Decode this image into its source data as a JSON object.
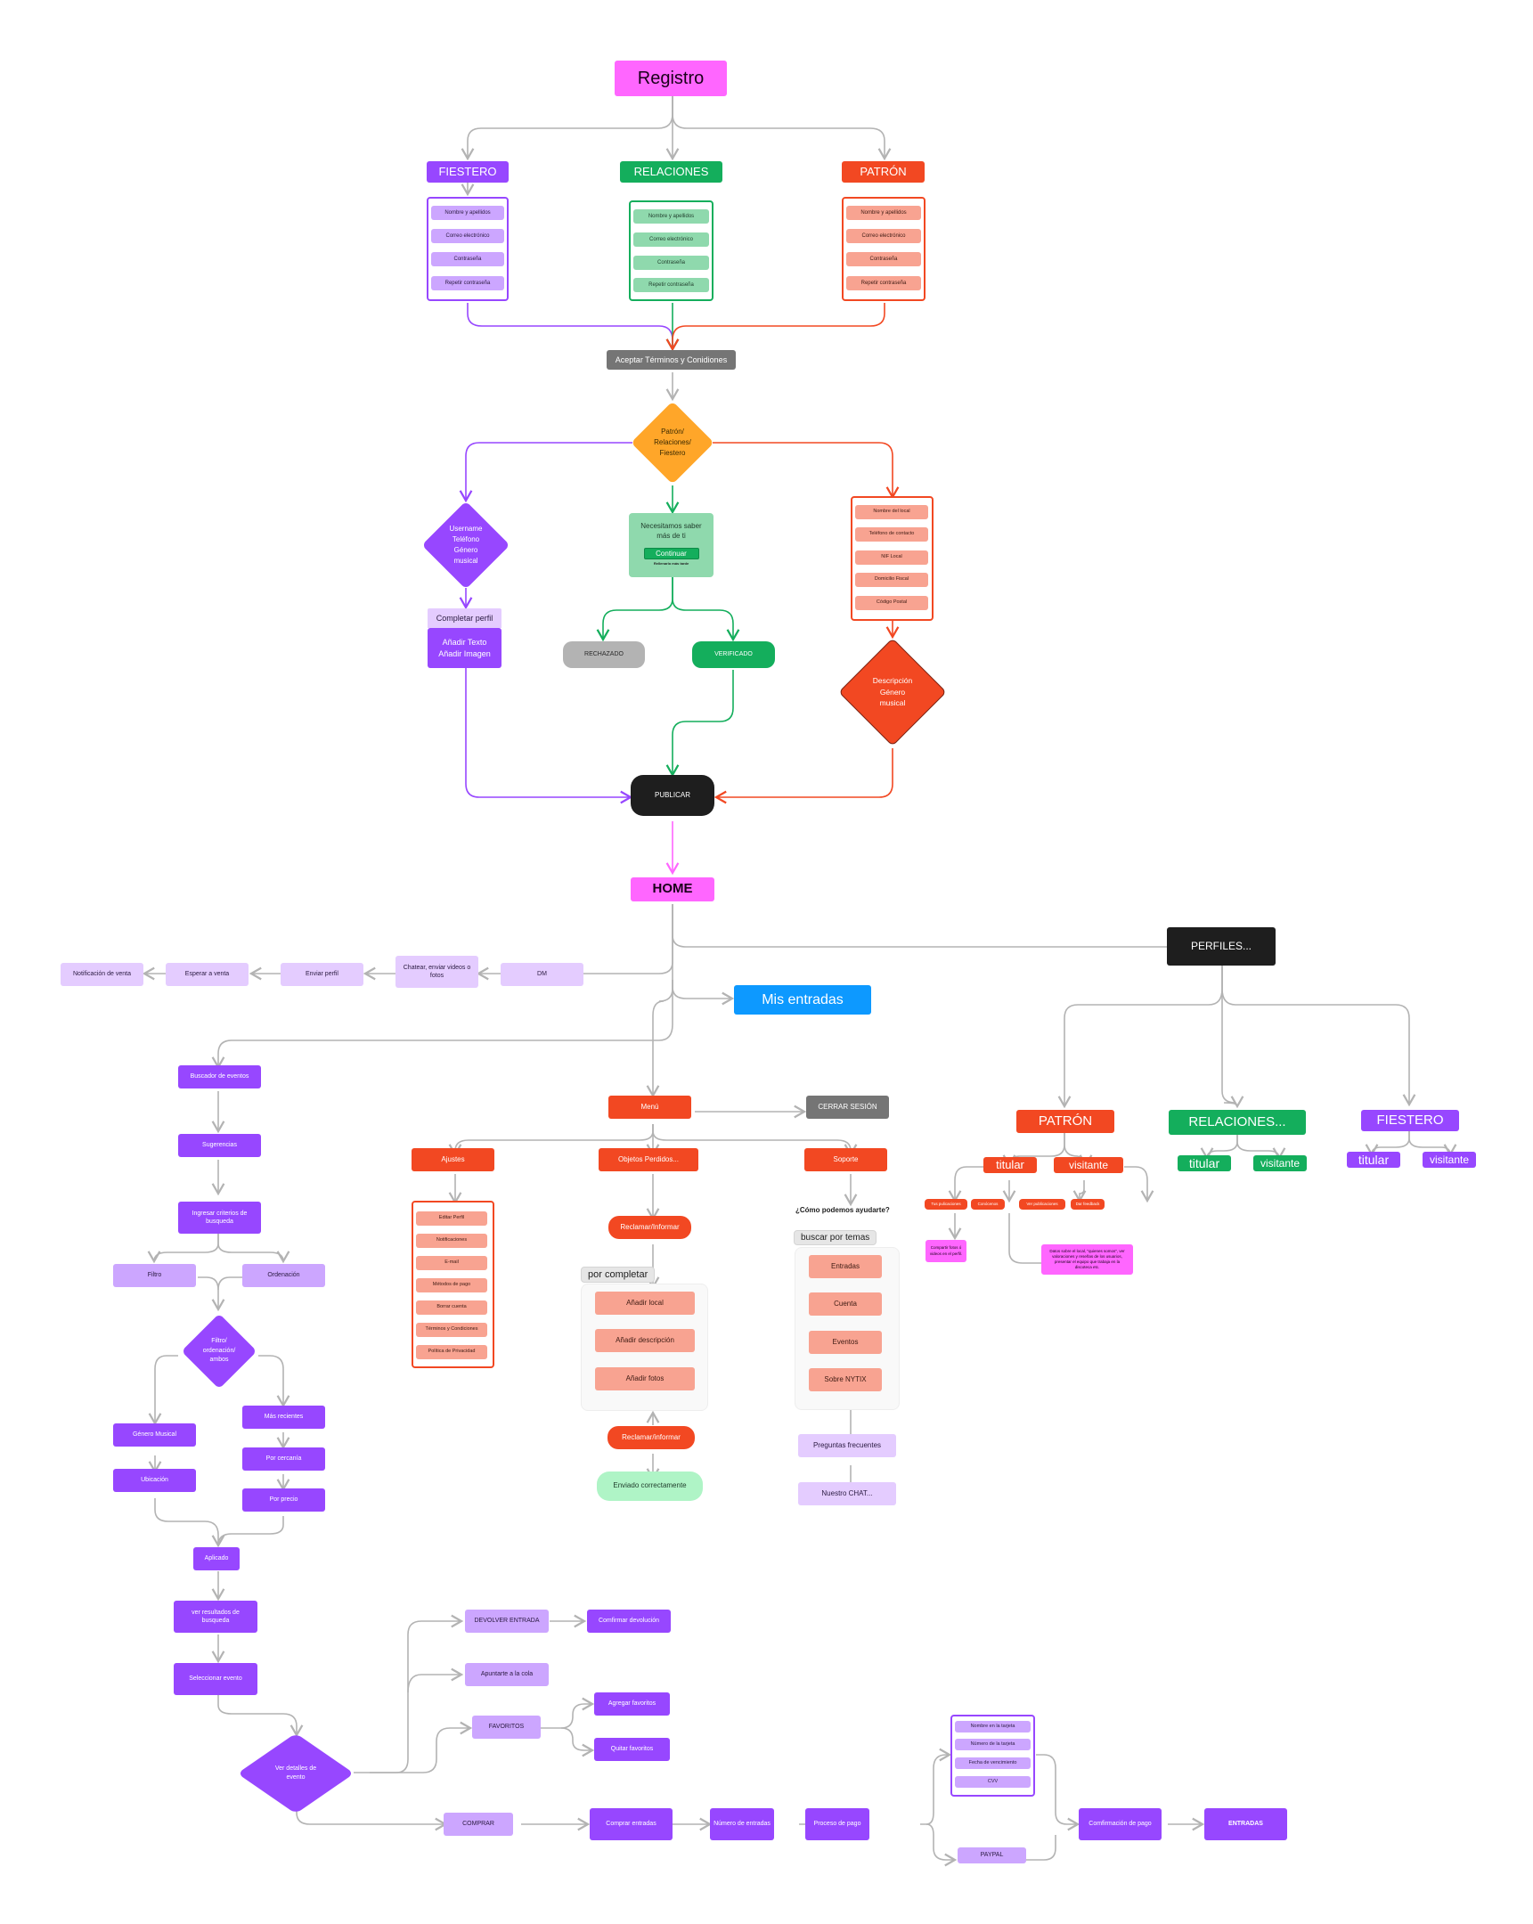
{
  "registro": {
    "title": "Registro",
    "roles": [
      {
        "label": "FIESTERO",
        "color": "#9747ff",
        "fields": [
          "Nombre y apellidos",
          "Correo electrónico",
          "Contraseña",
          "Repetir contraseña"
        ]
      },
      {
        "label": "RELACIONES",
        "color": "#14ae5c",
        "fields": [
          "Nombre y apellidos",
          "Correo electrónico",
          "Contraseña",
          "Repetir contraseña"
        ]
      },
      {
        "label": "PATRÓN",
        "color": "#f24822",
        "fields": [
          "Nombre y apellidos",
          "Correo electrónico",
          "Contraseña",
          "Repetir contraseña"
        ]
      }
    ],
    "terms": "Aceptar Términos y Conidiones",
    "decision": [
      "Patrón/",
      "Relaciones/",
      "Fiestero"
    ]
  },
  "fiestero_branch": {
    "diamond": [
      "Username",
      "Teléfono",
      "Género",
      "musical"
    ],
    "complete_label": "Completar perfil",
    "actions": [
      "Añadir Texto",
      "Añadir Imagen"
    ]
  },
  "relaciones_branch": {
    "prompt": [
      "Necesitamos saber",
      "más de ti"
    ],
    "continue_button": "Continuar",
    "later_link": "Rellenarlo más tarde",
    "rejected": "RECHAZADO",
    "verified": "VERIFICADO"
  },
  "patron_branch": {
    "fields": [
      "Nombre del local",
      "Teléfono de contacto",
      "NIF Local",
      "Domicilio Fiscal",
      "Código Postal"
    ],
    "diamond": [
      "Descripción",
      "Género",
      "musical"
    ]
  },
  "publish": "PUBLICAR",
  "home": "HOME",
  "dm_flow": [
    "DM",
    "Chatear, enviar videos o fotos",
    "Enviar perfil",
    "Esperar a venta",
    "Notificación de venta"
  ],
  "mis_entradas": "Mis entradas",
  "perfiles": {
    "title": "PERFILES...",
    "roles": [
      {
        "label": "PATRÓN",
        "titular": "titular",
        "visitante": "visitante"
      },
      {
        "label": "RELACIONES...",
        "titular": "titular",
        "visitante": "visitante"
      },
      {
        "label": "FIESTERO",
        "titular": "titular",
        "visitante": "visitante"
      }
    ],
    "patron_titular_actions": [
      "Tus pulicaciones",
      "Conócenos"
    ],
    "patron_visitante_actions": [
      "Ver publicaciones",
      "Dar feedback"
    ],
    "share_note": "Compartir fotos ó videos en el perfil.",
    "about_note": "Datos sobre el local, \"quienes somos\", ver valoraciones y reseñas de los usuarios, presentar el equipo que trabaja en la discoteca etc."
  },
  "menu": {
    "label": "Menú",
    "logout": "CERRAR SESIÓN",
    "ajustes": {
      "label": "Ajustes",
      "items": [
        "Editar Perfil",
        "Notificaciones",
        "E-mail",
        "Métodos de pago",
        "Borrar cuenta",
        "Términos y Condiciones",
        "Política de Privacidad"
      ]
    },
    "objetos": {
      "label": "Objetos Perdidos...",
      "claim": "Reclamar/Informar",
      "pending_tag": "por completar",
      "items": [
        "Añadir local",
        "Añadir descripción",
        "Añadir fotos"
      ],
      "claim2": "Reclamar/informar",
      "sent": "Enviado correctamente"
    },
    "soporte": {
      "label": "Soporte",
      "question": "¿Cómo podemos ayudarte?",
      "topics_tag": "buscar por temas",
      "topics": [
        "Entradas",
        "Cuenta",
        "Eventos",
        "Sobre NYTIX"
      ],
      "faq": "Preguntas frecuentes",
      "chat": "Nuestro CHAT..."
    }
  },
  "search": {
    "steps": [
      "Buscador de eventos",
      "Sugerencias",
      "Ingresar criterios de busqueda"
    ],
    "filter": "Filtro",
    "order": "Ordenación",
    "decision": [
      "Filtro/",
      "ordenación/",
      "ambos"
    ],
    "filter_items": [
      "Género Musical",
      "Ubicación"
    ],
    "order_items": [
      "Más recientes",
      "Por cercanía",
      "Por precio"
    ],
    "applied": "Aplicado",
    "results": "ver resultados de busqueda",
    "select": "Seleccionar evento",
    "details": [
      "Ver detalles de",
      "evento"
    ]
  },
  "event_actions": {
    "return": "DEVOLVER ENTRADA",
    "confirm_return": "Comfirmar devolución",
    "queue": "Apuntarte a la cola",
    "favorites": "FAVORITOS",
    "add_fav": "Agregar favoritos",
    "remove_fav": "Quitar favoritos",
    "buy": "COMPRAR",
    "buy_tickets": "Comprar entradas",
    "num_tickets": "Número de entradas",
    "payment": "Proceso de pago",
    "card_fields": [
      "Nombre en la tarjeta",
      "Número de la tarjeta",
      "Fecha de vencimiento",
      "CVV"
    ],
    "paypal": "PAYPAL",
    "confirm_payment": "Comfirmación de pago",
    "tickets": "ENTRADAS"
  },
  "colors": {
    "purple": "#9747ff",
    "green": "#14ae5c",
    "red": "#f24822",
    "orange": "#ffa629",
    "pink": "#ff66ff",
    "blue": "#0d99ff",
    "connector": "#b3b3b3"
  }
}
